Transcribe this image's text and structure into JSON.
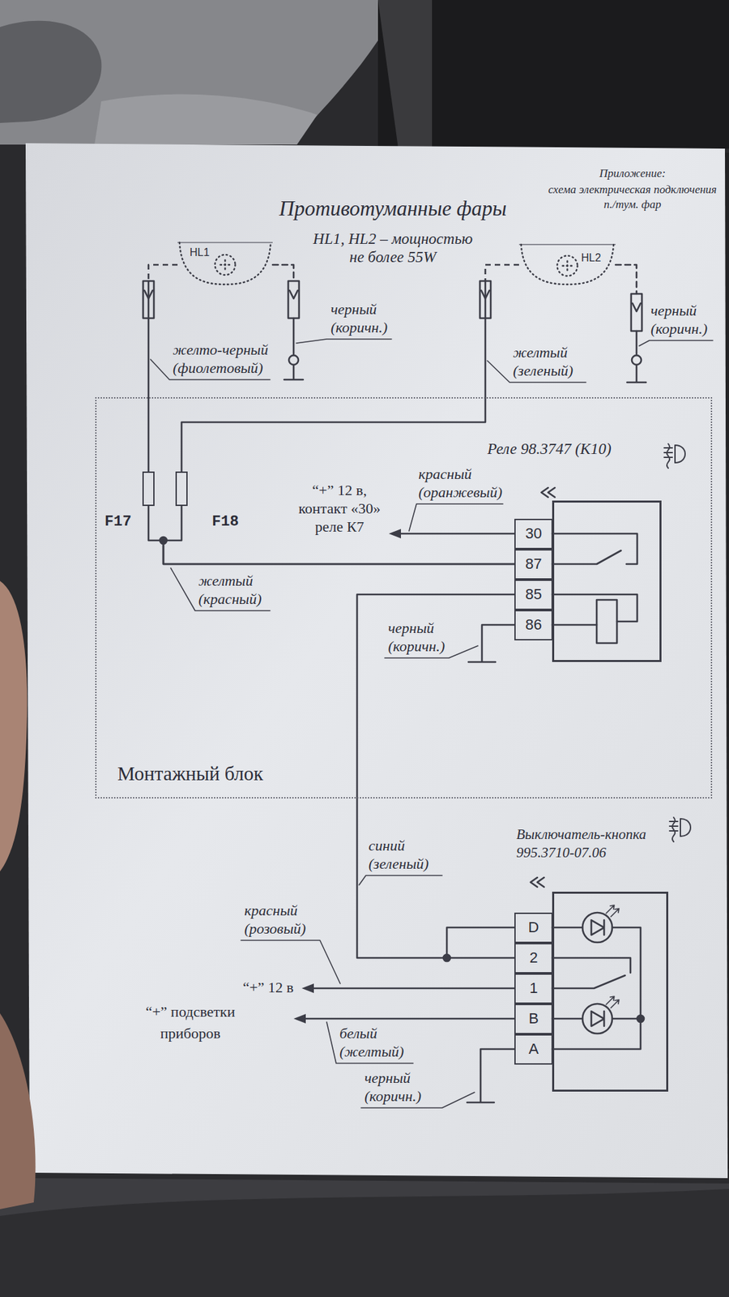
{
  "diagram": {
    "title": "Противотуманные фары",
    "nodes": [
      {
        "text": [
          "HL1"
        ]
      },
      {
        "text": [
          "HL2"
        ]
      },
      {
        "text": [
          "Монтажный блок"
        ]
      },
      {
        "text": [
          "F17"
        ],
        "in": 2
      },
      {
        "text": [
          "F18"
        ],
        "in": 2
      },
      {
        "text": [
          "Реле 98.3747 (K10)",
          "30",
          "87",
          "85",
          "86"
        ],
        "in": 2
      },
      {
        "text": [
          "Выключатель-кнопка 995.3710-07.06",
          "D",
          "2",
          "1",
          "B",
          "A"
        ]
      }
    ],
    "edges": [
      {
        "from": 0,
        "to": 3,
        "arrow": "none",
        "label": "желто-черный (фиолетовый)"
      },
      {
        "from": 1,
        "to": 4,
        "arrow": "none",
        "label": "желтый (зеленый)"
      },
      {
        "from": 3,
        "to": 5,
        "arrow": "none",
        "label": "желтый (красный)"
      },
      {
        "from": 4,
        "to": 5,
        "arrow": "none"
      },
      {
        "from": 5,
        "to": 6,
        "arrow": "none",
        "label": "синий (зеленый)"
      }
    ],
    "labels": [
      "Приложение:",
      "схема электрическая подключения п./тум. фар",
      "HL1, HL2 – мощностью не более 55W",
      "черный (коричн.)",
      "черный (коричн.)",
      "красный (оранжевый)",
      "“+” 12 в, контакт «30» реле К7",
      "черный (коричн.)",
      "красный (розовый)",
      "“+” 12 в",
      "“+” подсветки приборов",
      "белый (желтый)",
      "черный (коричн.)"
    ]
  }
}
